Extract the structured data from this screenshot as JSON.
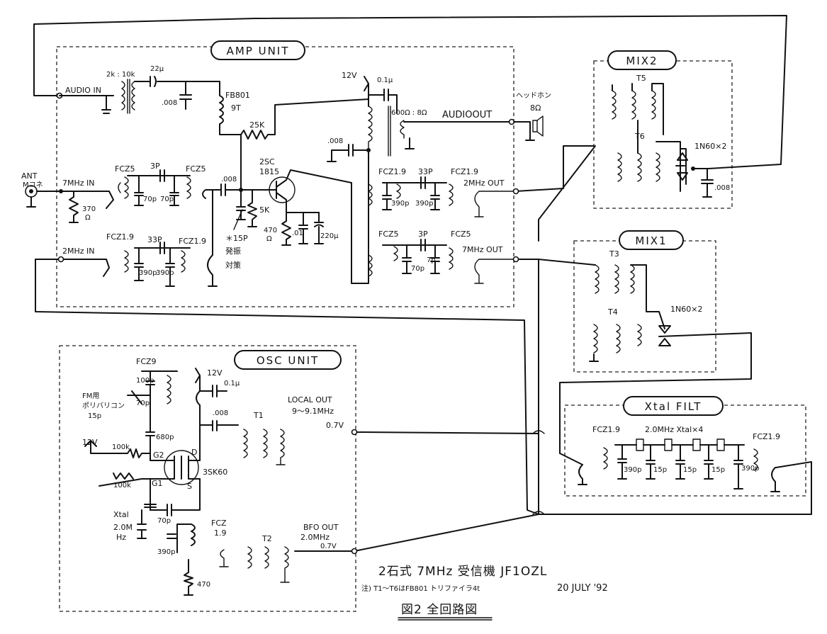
{
  "units": {
    "amp": "AMP UNIT",
    "osc": "OSC UNIT",
    "mix1": "MIX1",
    "mix2": "MIX2",
    "xtal_filt": "Xtal FILT"
  },
  "amp": {
    "audio_in": "AUDIO IN",
    "audio_xfmr": "2k : 10k",
    "cap_22u": "22μ",
    "cap_008_a": ".008",
    "fb": "FB801",
    "fb_turns": "9T",
    "r_25k": "25K",
    "v12": "12V",
    "cap_01u": "0.1μ",
    "out_xfmr": "600Ω : 8Ω",
    "audio_out": "AUDIOOUT",
    "phones": "ヘッドホン",
    "phones_imp": "8Ω",
    "cap_008_b": ".008",
    "ant": "ANT",
    "ant_jp": "Mコネ",
    "in7": "7MHz IN",
    "r_370": "370",
    "r_370_unit": "Ω",
    "fcz35_a": "FCZ5",
    "c_3p_a": "3P",
    "fcz35_b": "FCZ5",
    "c_70p_a": "70p",
    "c_70p_b": "70p",
    "cap_008_c": ".008",
    "tr": "2SC",
    "tr_no": "1815",
    "r_5k": "5K",
    "r_470": "470",
    "r_470_unit": "Ω",
    "cap_01": ".01",
    "cap_220u": "220μ",
    "star": "＊15P",
    "osc_note_1": "発振",
    "osc_note_2": "対策",
    "fcz19_a": "FCZ1.9",
    "c_33p_a": "33P",
    "fcz19_b": "FCZ1.9",
    "c_390p_a": "390p",
    "c_390p_b": "390p",
    "out2": "2MHz OUT",
    "fcz5_c": "FCZ5",
    "c_3p_b": "3P",
    "fcz5_d": "FCZ5",
    "c_70p_c": "70p",
    "c_7p": "7p",
    "out7": "7MHz OUT",
    "in2": "2MHz IN",
    "fcz19_c": "FCZ1.9",
    "c_33p_b": "33P",
    "fcz19_d": "FCZ1.9",
    "c_390p_c": "390p",
    "c_390p_d": "390p"
  },
  "mix": {
    "t5": "T5",
    "t6": "T6",
    "diodes2": "1N60×2",
    "cap_008": ".008",
    "t3": "T3",
    "t4": "T4",
    "diodes1": "1N60×2"
  },
  "xtal": {
    "fcz_a": "FCZ1.9",
    "label": "2.0MHz Xtal×4",
    "fcz_b": "FCZ1.9",
    "c1": "390p",
    "c2": "15p",
    "c3": "15p",
    "c4": "15p",
    "c5": "390p"
  },
  "osc": {
    "fcz9": "FCZ9",
    "c100p": "100p",
    "c70p": "70p",
    "fm_1": "FM用",
    "fm_2": "ポリバリコン",
    "fm_3": "15p",
    "v12a": "12V",
    "c01u": "0.1μ",
    "c008": ".008",
    "t1": "T1",
    "local_out": "LOCAL OUT",
    "local_freq": "9〜9.1MHz",
    "local_v": "0.7V",
    "c680p": "680p",
    "v12b": "12V",
    "r100k_a": "100k",
    "g2": "G2",
    "d": "D",
    "fet": "3SK60",
    "r100k_b": "100k",
    "g1": "G1",
    "s": "S",
    "xtal": "Xtal",
    "xtal_f1": "2.0M",
    "xtal_f2": "Hz",
    "c70p_b": "70p",
    "fcz_19": "FCZ",
    "fcz_19b": "1.9",
    "t2": "T2",
    "bfo_out": "BFO OUT",
    "bfo_freq": "2.0MHz",
    "bfo_v": "0.7V",
    "c390p": "390p",
    "r470": "470"
  },
  "footer": {
    "title": "2石式 7MHz 受信機 JF1OZL",
    "note": "注) T1〜T6はFB801 トリファイラ4t",
    "date": "20 JULY '92",
    "caption": "図2 全回路図"
  }
}
